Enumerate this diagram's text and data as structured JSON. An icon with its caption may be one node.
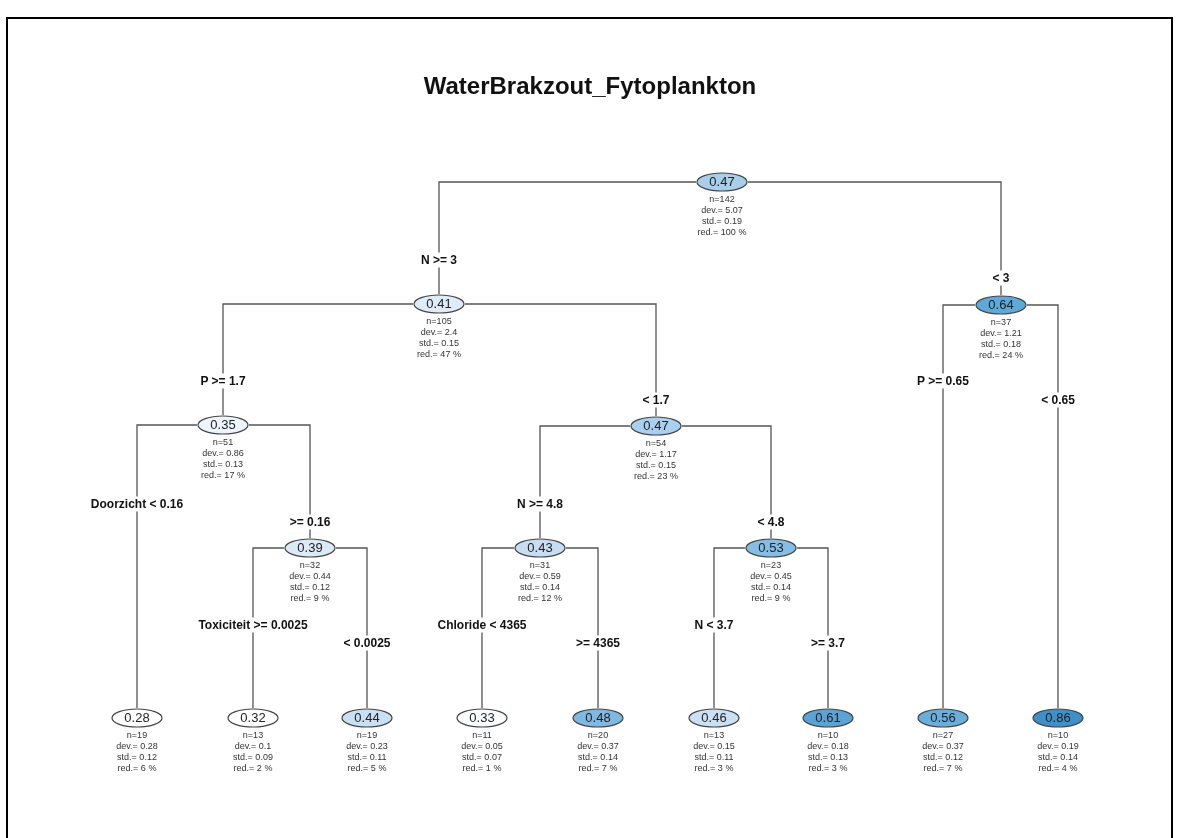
{
  "diagram": {
    "title": "WaterBrakzout_Fytoplankton",
    "nodes": [
      {
        "text": [
          "0.47"
        ],
        "beside": [
          "n=142",
          "dev.= 5.07",
          "std.= 0.19",
          "red.= 100 %"
        ]
      },
      {
        "text": [
          "0.41"
        ],
        "beside": [
          "n=105",
          "dev.= 2.4",
          "std.= 0.15",
          "red.= 47 %"
        ]
      },
      {
        "text": [
          "0.64"
        ],
        "beside": [
          "n=37",
          "dev.= 1.21",
          "std.= 0.18",
          "red.= 24 %"
        ]
      },
      {
        "text": [
          "0.35"
        ],
        "beside": [
          "n=51",
          "dev.= 0.86",
          "std.= 0.13",
          "red.= 17 %"
        ]
      },
      {
        "text": [
          "0.47"
        ],
        "beside": [
          "n=54",
          "dev.= 1.17",
          "std.= 0.15",
          "red.= 23 %"
        ]
      },
      {
        "text": [
          "0.28"
        ],
        "beside": [
          "n=19",
          "dev.= 0.28",
          "std.= 0.12",
          "red.= 6 %"
        ]
      },
      {
        "text": [
          "0.39"
        ],
        "beside": [
          "n=32",
          "dev.= 0.44",
          "std.= 0.12",
          "red.= 9 %"
        ]
      },
      {
        "text": [
          "0.32"
        ],
        "beside": [
          "n=13",
          "dev.= 0.1",
          "std.= 0.09",
          "red.= 2 %"
        ]
      },
      {
        "text": [
          "0.44"
        ],
        "beside": [
          "n=19",
          "dev.= 0.23",
          "std.= 0.11",
          "red.= 5 %"
        ]
      },
      {
        "text": [
          "0.43"
        ],
        "beside": [
          "n=31",
          "dev.= 0.59",
          "std.= 0.14",
          "red.= 12 %"
        ]
      },
      {
        "text": [
          "0.33"
        ],
        "beside": [
          "n=11",
          "dev.= 0.05",
          "std.= 0.07",
          "red.= 1 %"
        ]
      },
      {
        "text": [
          "0.48"
        ],
        "beside": [
          "n=20",
          "dev.= 0.37",
          "std.= 0.14",
          "red.= 7 %"
        ]
      },
      {
        "text": [
          "0.53"
        ],
        "beside": [
          "n=23",
          "dev.= 0.45",
          "std.= 0.14",
          "red.= 9 %"
        ]
      },
      {
        "text": [
          "0.46"
        ],
        "beside": [
          "n=13",
          "dev.= 0.15",
          "std.= 0.11",
          "red.= 3 %"
        ]
      },
      {
        "text": [
          "0.61"
        ],
        "beside": [
          "n=10",
          "dev.= 0.18",
          "std.= 0.13",
          "red.= 3 %"
        ]
      },
      {
        "text": [
          "0.56"
        ],
        "beside": [
          "n=27",
          "dev.= 0.37",
          "std.= 0.12",
          "red.= 7 %"
        ]
      },
      {
        "text": [
          "0.86"
        ],
        "beside": [
          "n=10",
          "dev.= 0.19",
          "std.= 0.14",
          "red.= 4 %"
        ]
      }
    ],
    "edges": [
      {
        "from": 0,
        "to": 1,
        "arrow": "none",
        "label": "N >= 3"
      },
      {
        "from": 0,
        "to": 2,
        "arrow": "none",
        "label": "< 3"
      },
      {
        "from": 1,
        "to": 3,
        "arrow": "none",
        "label": "P >= 1.7"
      },
      {
        "from": 1,
        "to": 4,
        "arrow": "none",
        "label": "< 1.7"
      },
      {
        "from": 3,
        "to": 5,
        "arrow": "none",
        "label": "Doorzicht < 0.16"
      },
      {
        "from": 3,
        "to": 6,
        "arrow": "none",
        "label": ">= 0.16"
      },
      {
        "from": 6,
        "to": 7,
        "arrow": "none",
        "label": "Toxiciteit >= 0.0025"
      },
      {
        "from": 6,
        "to": 8,
        "arrow": "none",
        "label": "< 0.0025"
      },
      {
        "from": 4,
        "to": 9,
        "arrow": "none",
        "label": "N >= 4.8"
      },
      {
        "from": 4,
        "to": 12,
        "arrow": "none",
        "label": "< 4.8"
      },
      {
        "from": 9,
        "to": 10,
        "arrow": "none",
        "label": "Chloride < 4365"
      },
      {
        "from": 9,
        "to": 11,
        "arrow": "none",
        "label": ">= 4365"
      },
      {
        "from": 12,
        "to": 13,
        "arrow": "none",
        "label": "N < 3.7"
      },
      {
        "from": 12,
        "to": 14,
        "arrow": "none",
        "label": ">= 3.7"
      },
      {
        "from": 2,
        "to": 15,
        "arrow": "none",
        "label": "P >= 0.65"
      },
      {
        "from": 2,
        "to": 16,
        "arrow": "none",
        "label": "< 0.65"
      }
    ]
  }
}
